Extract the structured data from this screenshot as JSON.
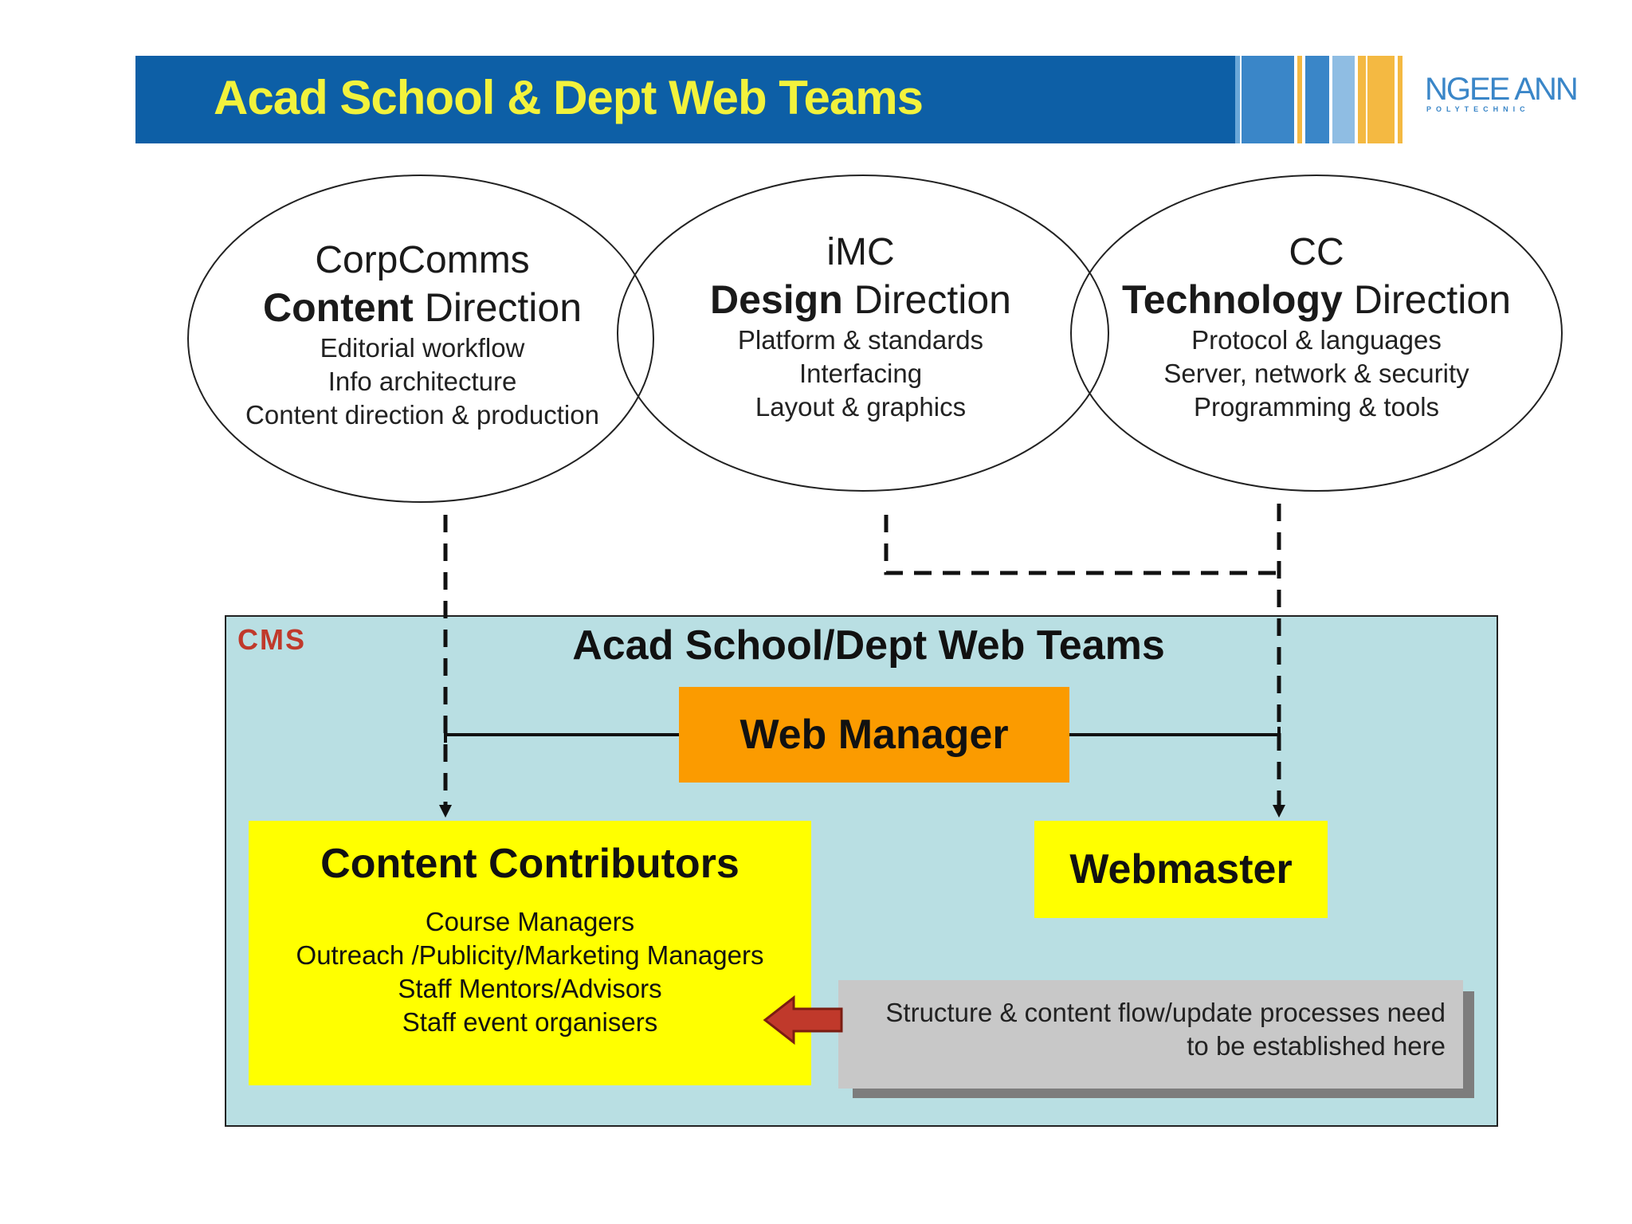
{
  "header": {
    "title": "Acad School & Dept Web Teams",
    "logo_text": "NGEE ANN",
    "logo_subtext": "POLYTECHNIC"
  },
  "ellipses": [
    {
      "org": "CorpComms",
      "direction_bold": "Content",
      "direction_rest": " Direction",
      "items": [
        "Editorial workflow",
        "Info architecture",
        "Content direction & production"
      ]
    },
    {
      "org": "iMC",
      "direction_bold": "Design",
      "direction_rest": " Direction",
      "items": [
        "Platform & standards",
        "Interfacing",
        "Layout & graphics"
      ]
    },
    {
      "org": "CC",
      "direction_bold": "Technology",
      "direction_rest": " Direction",
      "items": [
        "Protocol & languages",
        "Server, network & security",
        "Programming & tools"
      ]
    }
  ],
  "cms": {
    "label": "CMS",
    "title": "Acad School/Dept Web Teams",
    "web_manager": "Web Manager",
    "content_contributors": {
      "title": "Content Contributors",
      "items": [
        "Course Managers",
        "Outreach /Publicity/Marketing Managers",
        "Staff Mentors/Advisors",
        "Staff event organisers"
      ]
    },
    "webmaster": "Webmaster",
    "note_lines": [
      "Structure & content flow/update processes need",
      "to be established here"
    ]
  },
  "colors": {
    "banner": "#0d5fa6",
    "banner_title": "#f2f23c",
    "cms_bg": "#b9dfe3",
    "web_manager": "#fb9b00",
    "yellow_box": "#ffff00",
    "arrow": "#c0392b"
  }
}
